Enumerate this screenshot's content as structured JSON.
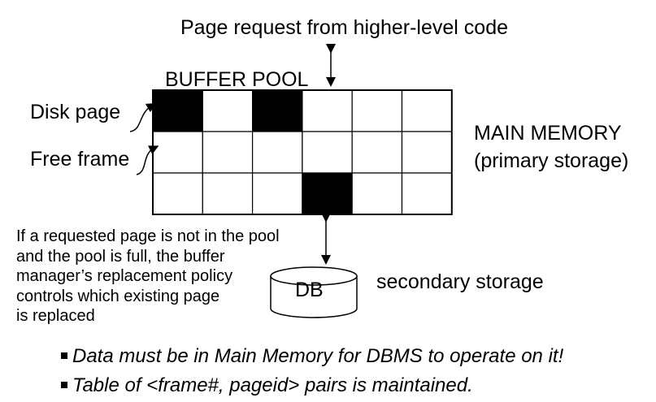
{
  "labels": {
    "page_request": "Page request from higher-level code",
    "buffer_pool": "BUFFER POOL",
    "disk_page": "Disk page",
    "free_frame": "Free frame",
    "main_memory": "MAIN MEMORY",
    "primary_storage": "(primary storage)",
    "db": "DB",
    "secondary_storage": "secondary storage"
  },
  "note_lines": [
    "If a requested page is not in the pool",
    "and the pool is full, the buffer",
    "manager’s replacement policy",
    "controls which existing page",
    "is replaced"
  ],
  "bullets": [
    "Data must be in Main Memory for DBMS to operate on it!",
    "Table of <frame#, pageid> pairs is maintained."
  ],
  "grid": {
    "rows": 3,
    "cols": 6,
    "filled_cells": [
      [
        0,
        0
      ],
      [
        0,
        2
      ],
      [
        2,
        3
      ]
    ]
  },
  "colors": {
    "filled": "#000000",
    "line": "#000000"
  }
}
